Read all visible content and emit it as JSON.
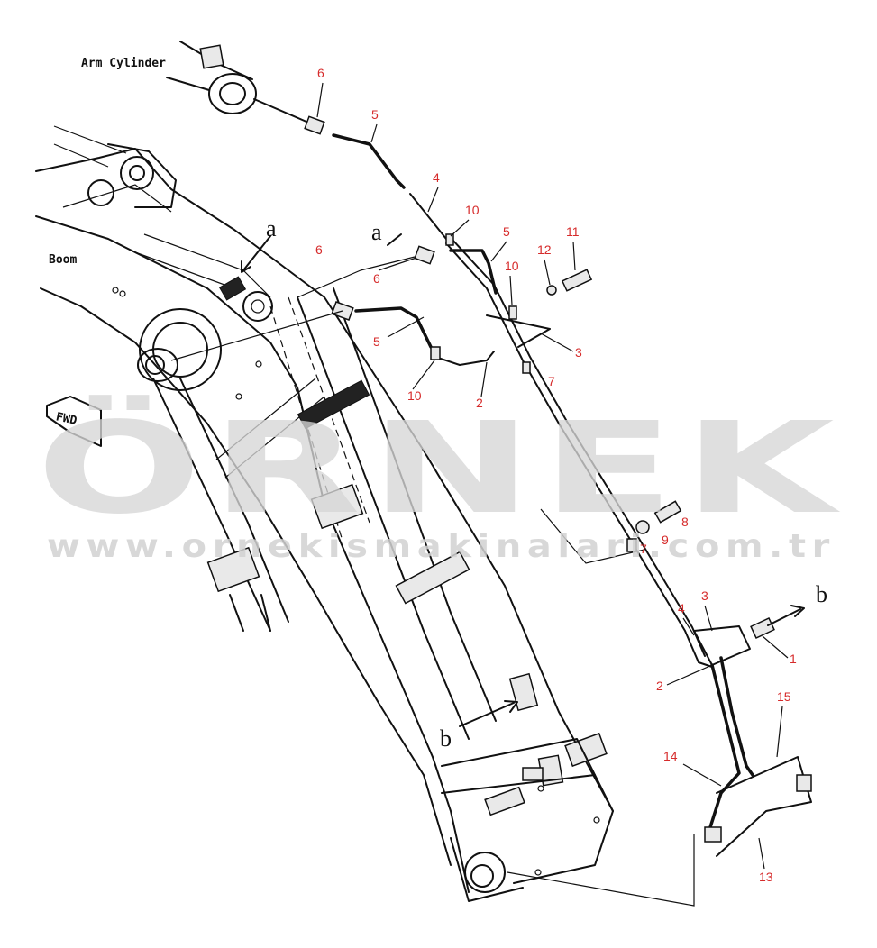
{
  "labels": {
    "arm_cylinder": "Arm Cylinder",
    "boom": "Boom",
    "fwd": "FWD"
  },
  "view_letters": {
    "a_top": "a",
    "a_mid": "a",
    "b_right": "b",
    "b_lower": "b"
  },
  "callouts": {
    "c1": "1",
    "c2a": "2",
    "c2b": "2",
    "c3a": "3",
    "c3b": "3",
    "c4a": "4",
    "c4b": "4",
    "c5a": "5",
    "c5b": "5",
    "c5c": "5",
    "c6a": "6",
    "c6b": "6",
    "c6c": "6",
    "c7a": "7",
    "c7b": "7",
    "c8": "8",
    "c9": "9",
    "c10a": "10",
    "c10b": "10",
    "c10c": "10",
    "c11": "11",
    "c12": "12",
    "c13": "13",
    "c14": "14",
    "c15": "15"
  },
  "watermark": {
    "brand": "ÖRNEK",
    "url": "www.ornekismakinalari.com.tr"
  },
  "colors": {
    "callout": "#d62b2b",
    "line": "#111111",
    "watermark": "#d7d7d7"
  }
}
